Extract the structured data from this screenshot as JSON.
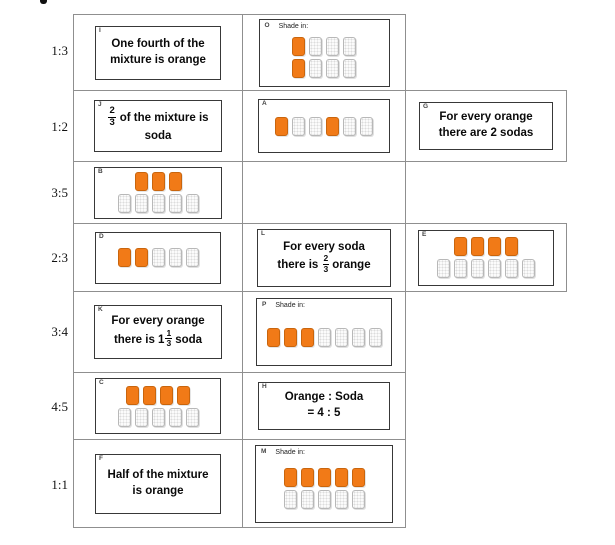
{
  "ratios": [
    "1:3",
    "1:2",
    "3:5",
    "2:3",
    "3:4",
    "4:5",
    "1:1"
  ],
  "shade_label": "Shade in:",
  "cards": {
    "I": {
      "letter": "I",
      "line1": "One fourth of the",
      "line2": "mixture is orange"
    },
    "O": {
      "letter": "O",
      "shade": "Shade in:",
      "tiles": [
        [
          "o",
          "w",
          "w",
          "w"
        ],
        [
          "o",
          "w",
          "w",
          "w"
        ]
      ]
    },
    "J": {
      "letter": "J",
      "num": "2",
      "den": "3",
      "after": "of the mixture is",
      "line2": "soda"
    },
    "A": {
      "letter": "A",
      "tiles": [
        [
          "o",
          "w",
          "w",
          "o",
          "w",
          "w"
        ]
      ]
    },
    "G": {
      "letter": "G",
      "line1": "For every orange",
      "line2": "there are 2 sodas"
    },
    "B": {
      "letter": "B",
      "tiles": [
        [
          "o",
          "o",
          "o"
        ],
        [
          "w",
          "w",
          "w",
          "w",
          "w"
        ]
      ]
    },
    "D": {
      "letter": "D",
      "tiles": [
        [
          "o",
          "o",
          "w",
          "w",
          "w"
        ]
      ]
    },
    "L": {
      "letter": "L",
      "line1": "For every soda",
      "pre": "there is",
      "num": "2",
      "den": "3",
      "post": "orange"
    },
    "E": {
      "letter": "E",
      "tiles": [
        [
          "o",
          "o",
          "o",
          "o"
        ],
        [
          "w",
          "w",
          "w",
          "w",
          "w",
          "w"
        ]
      ]
    },
    "K": {
      "letter": "K",
      "line1": "For every orange",
      "pre": "there is 1",
      "num": "1",
      "den": "3",
      "post": "soda"
    },
    "P": {
      "letter": "P",
      "shade": "Shade in:",
      "tiles": [
        [
          "o",
          "o",
          "o",
          "w",
          "w",
          "w",
          "w"
        ]
      ]
    },
    "C": {
      "letter": "C",
      "tiles": [
        [
          "o",
          "o",
          "o",
          "o"
        ],
        [
          "w",
          "w",
          "w",
          "w",
          "w"
        ]
      ]
    },
    "H": {
      "letter": "H",
      "line1": "Orange : Soda",
      "line2": "= 4 : 5"
    },
    "F": {
      "letter": "F",
      "line1": "Half of the mixture",
      "line2": "is orange"
    },
    "M": {
      "letter": "M",
      "shade": "Shade in:",
      "tiles": [
        [
          "o",
          "o",
          "o",
          "o",
          "o"
        ],
        [
          "w",
          "w",
          "w",
          "w",
          "w"
        ]
      ]
    }
  },
  "colors": {
    "orange_fill": "#F17A17",
    "orange_border": "#C9650D",
    "tile_border": "#B8B8B8",
    "grid_line": "#8F8F8F",
    "card_border": "#383838"
  }
}
